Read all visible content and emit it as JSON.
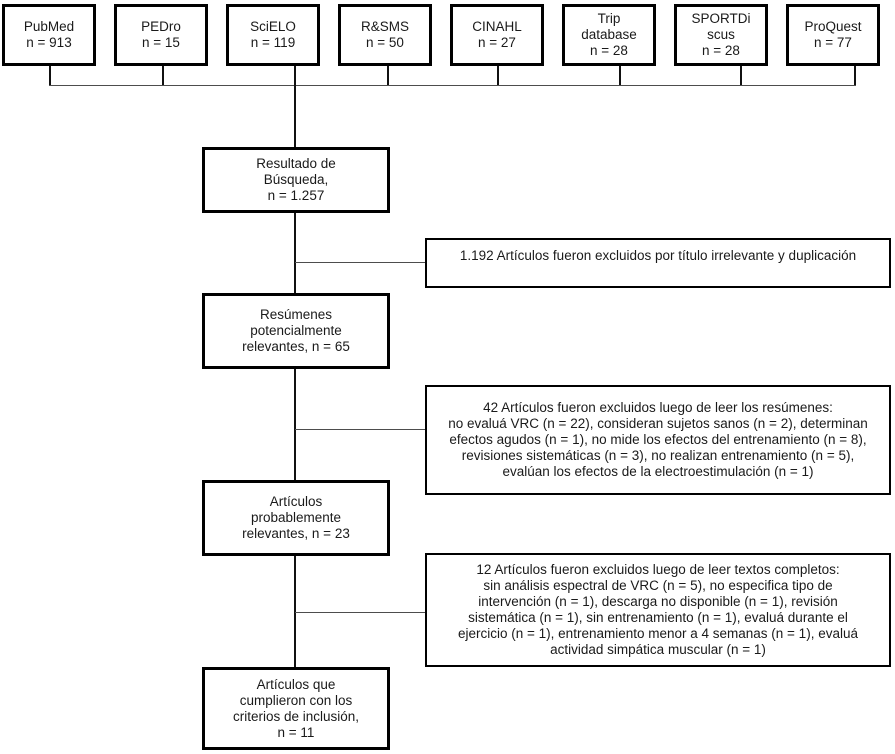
{
  "sources": [
    {
      "label": "PubMed\nn = 913"
    },
    {
      "label": "PEDro\nn = 15"
    },
    {
      "label": "SciELO\nn = 119"
    },
    {
      "label": "R&SMS\nn = 50"
    },
    {
      "label": "CINAHL\nn = 27"
    },
    {
      "label": "Trip\ndatabase\nn = 28"
    },
    {
      "label": "SPORTDi\nscus\nn = 28"
    },
    {
      "label": "ProQuest\nn = 77"
    }
  ],
  "flow": [
    {
      "label": "Resultado de\nBúsqueda,\nn = 1.257"
    },
    {
      "label": "Resúmenes\npotencialmente\nrelevantes, n = 65"
    },
    {
      "label": "Artículos\nprobablemente\nrelevantes, n = 23"
    },
    {
      "label": "Artículos que\ncumplieron con los\ncriterios de inclusión,\nn = 11"
    }
  ],
  "exclusions": [
    {
      "label": "1.192 Artículos fueron excluidos por título irrelevante y duplicación"
    },
    {
      "label": "42 Artículos fueron excluidos luego de leer los resúmenes:\nno evaluá VRC (n = 22), consideran sujetos sanos (n = 2), determinan\nefectos agudos (n = 1), no mide los efectos del entrenamiento (n = 8),\nrevisiones sistemáticas (n = 3), no realizan entrenamiento (n = 5),\nevalúan los efectos de la electroestimulación (n = 1)"
    },
    {
      "label": "12 Artículos fueron excluidos luego de leer textos completos:\nsin análisis espectral de VRC (n = 5), no especifica tipo de\nintervención (n = 1), descarga no disponible (n = 1), revisión\nsistemática (n = 1), sin entrenamiento (n = 1), evaluá durante el\nejercicio (n = 1), entrenamiento menor a 4 semanas (n = 1), evaluá\nactividad simpática muscular (n = 1)"
    }
  ],
  "colors": {
    "background": "#ffffff",
    "box_border": "#000000",
    "connector": "#4d4d4d",
    "text": "#1a1a1a"
  }
}
